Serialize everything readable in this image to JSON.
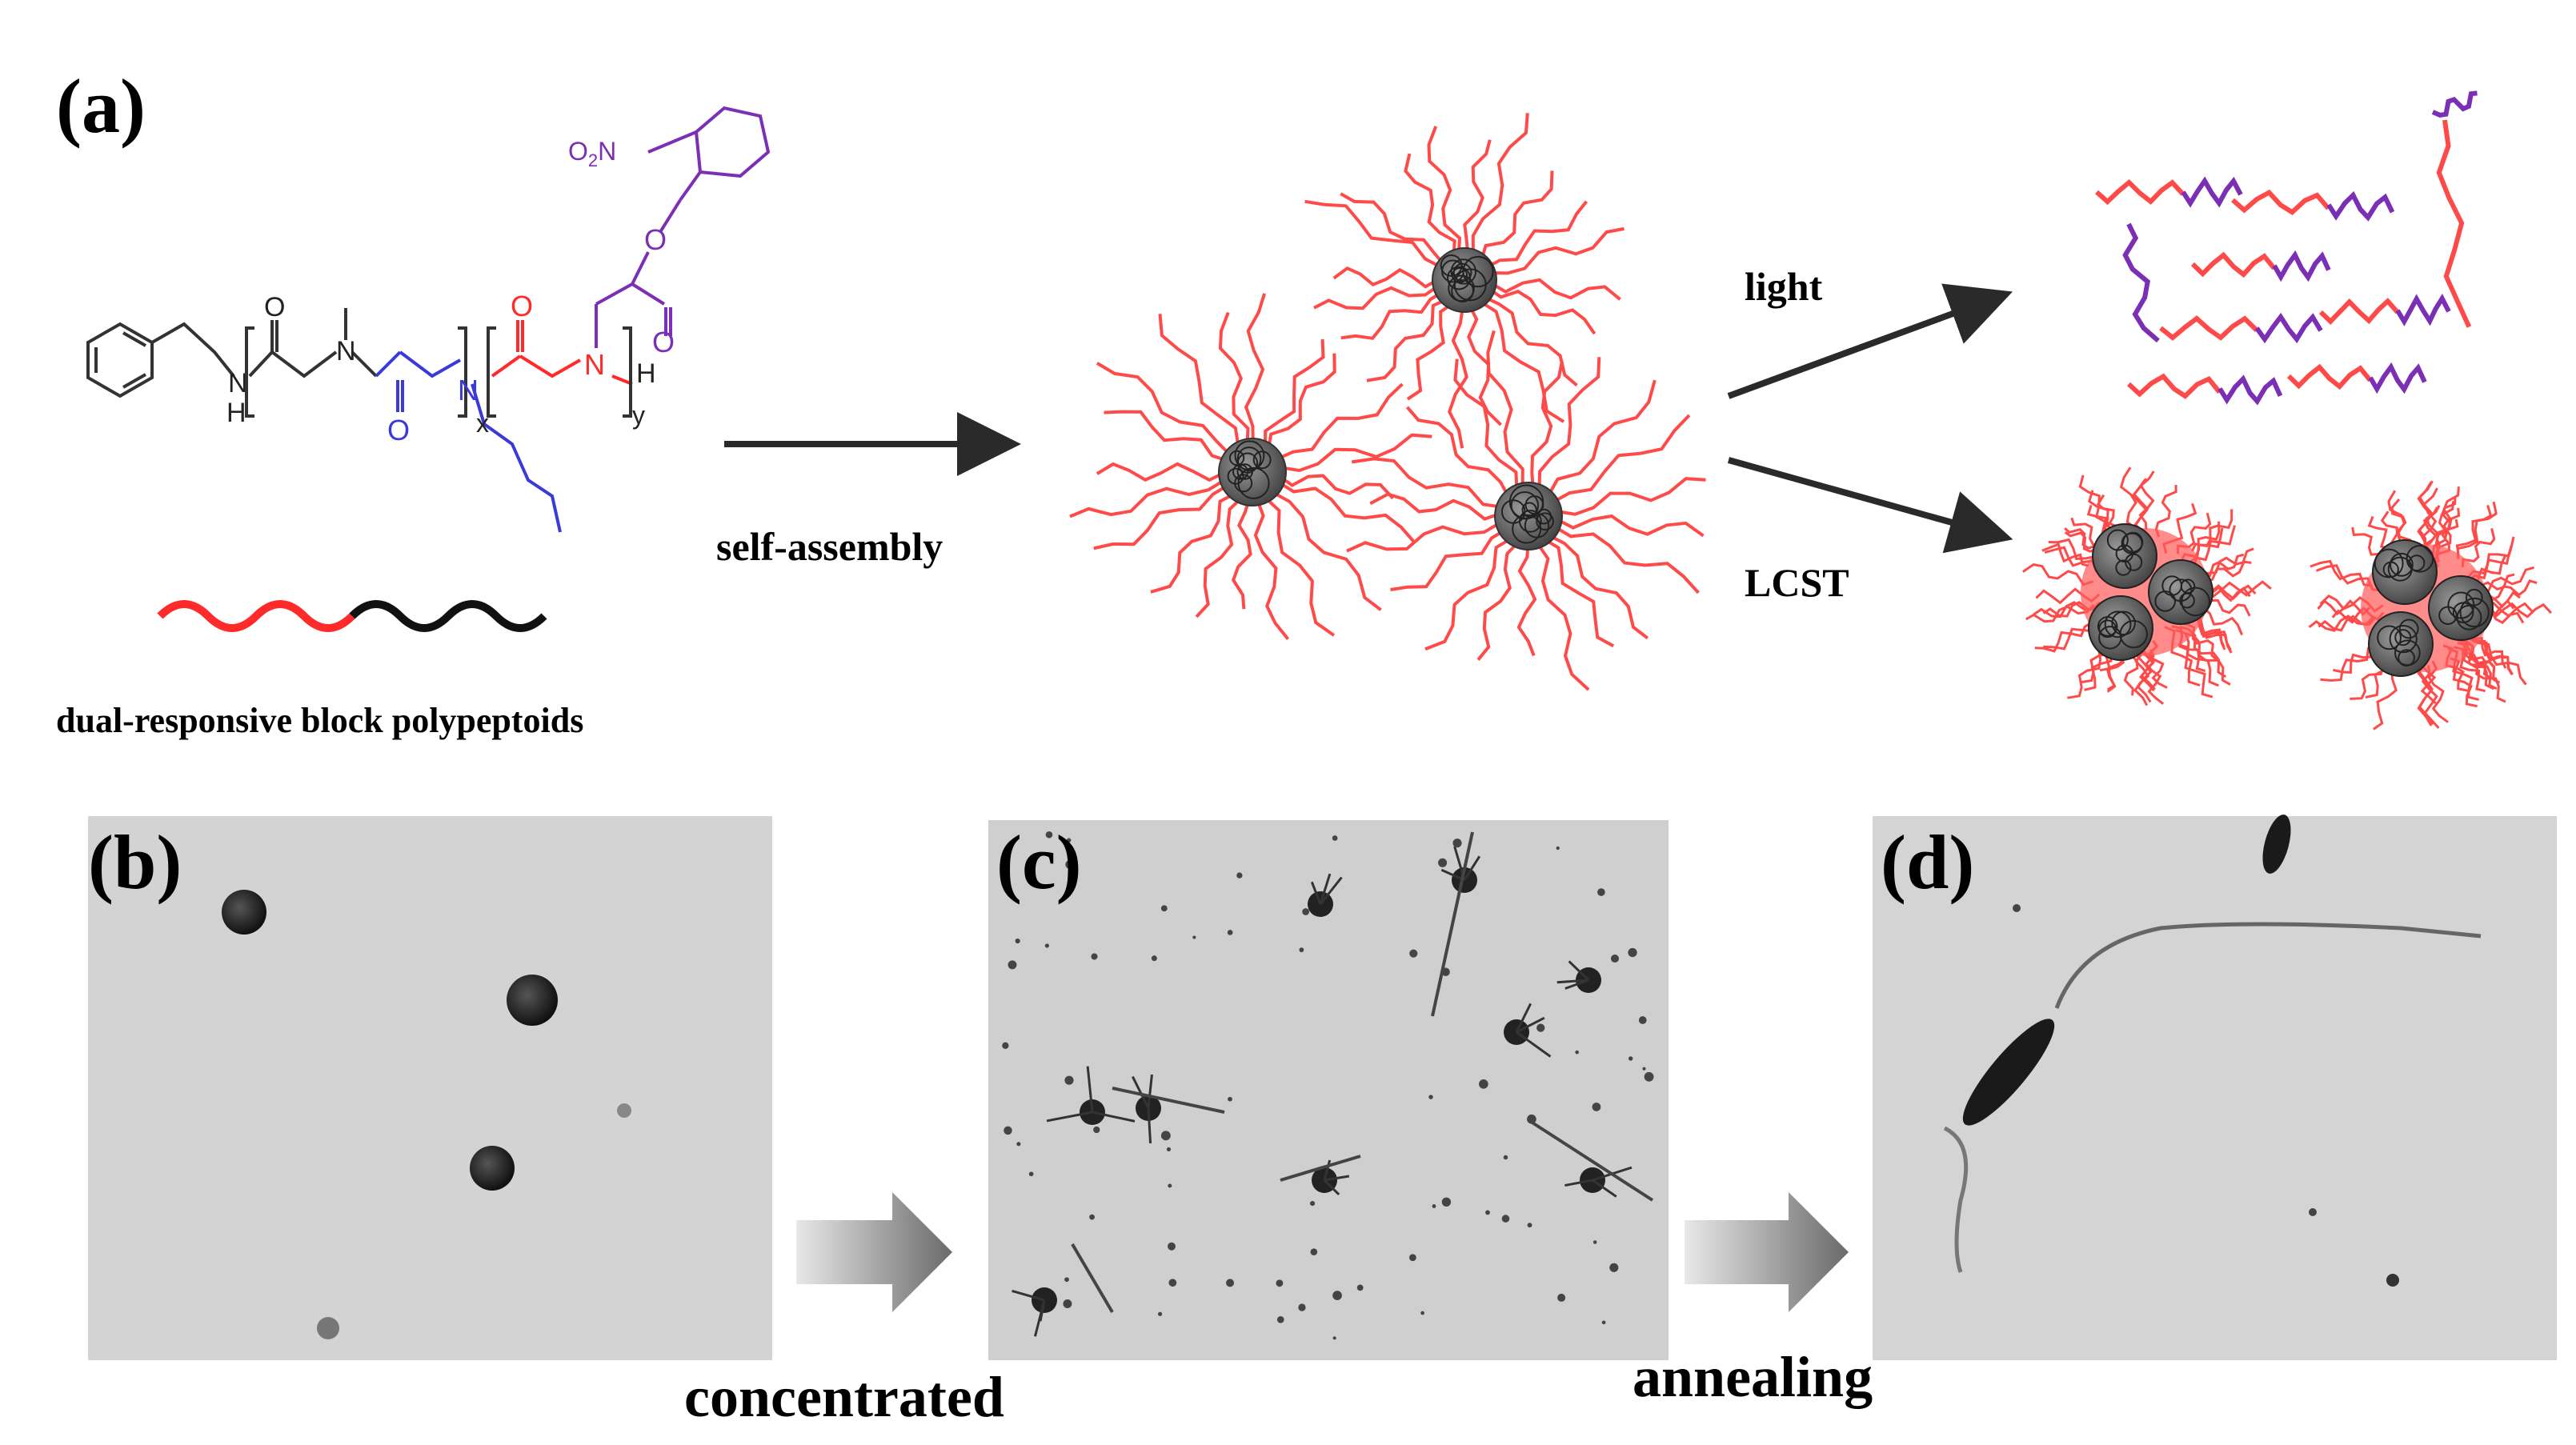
{
  "panel_labels": {
    "a": "(a)",
    "b": "(b)",
    "c": "(c)",
    "d": "(d)"
  },
  "molecule": {
    "no2": "O",
    "no2_sub": "2",
    "no2_tail": "N",
    "atom_o": "O",
    "atom_n": "N",
    "atom_h": "H",
    "sub_x": "x",
    "sub_y": "y"
  },
  "arrows": {
    "self_assembly": "self-assembly",
    "light": "light",
    "lcst": "LCST"
  },
  "caption_polymer": "dual-responsive block polypeptoids",
  "process_labels": {
    "concentrated": "concentrated",
    "annealing": "annealing"
  },
  "colors": {
    "hydrophilic_chain": "#ff4a4a",
    "photo_block": "#7a2fb5",
    "polypeptoid_blue": "#3a3ad8",
    "arrow": "#2a2a2a",
    "tem_background": "#d2d2d2"
  }
}
